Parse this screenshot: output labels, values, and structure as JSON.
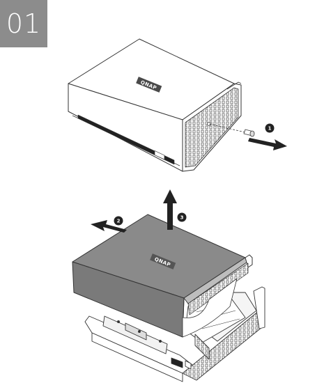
{
  "step": {
    "number": "01"
  },
  "callouts": [
    {
      "label": "1"
    },
    {
      "label": "2"
    },
    {
      "label": "3"
    }
  ],
  "device": {
    "logo": "QNAP"
  },
  "colors": {
    "badge": "#8c8c8c",
    "cover_gray": "#8a8a8a",
    "arrow": "#222222",
    "line": "#333333"
  },
  "icons": [
    "screw-icon",
    "arrow-right-icon",
    "arrow-left-icon",
    "arrow-up-icon"
  ]
}
